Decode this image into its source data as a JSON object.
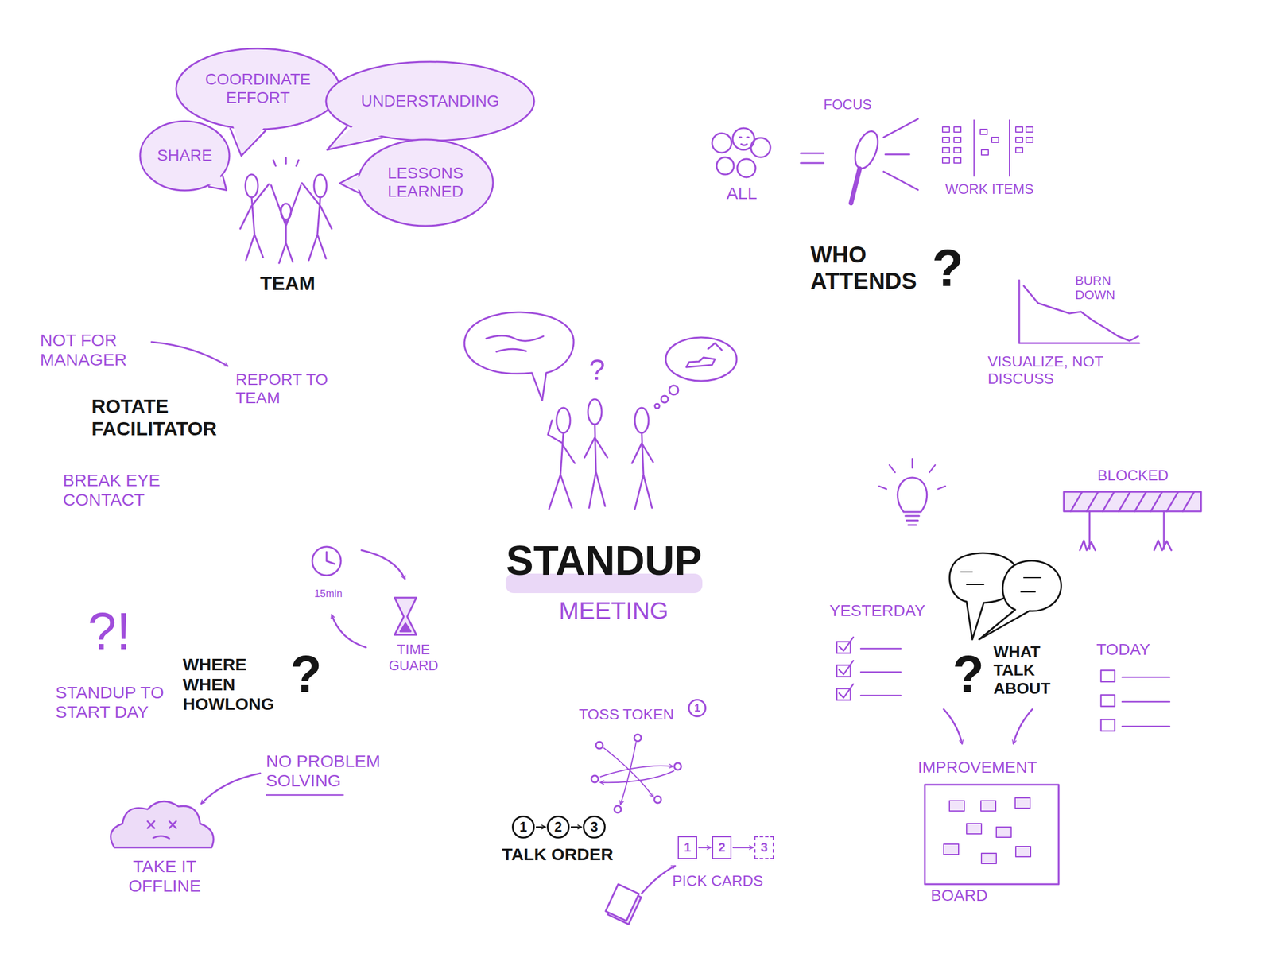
{
  "diagram": {
    "title": "STANDUP",
    "nodes": [
      {
        "text": [
          "SHARE"
        ]
      },
      {
        "text": [
          "COORDINATE EFFORT"
        ]
      },
      {
        "text": [
          "UNDERSTANDING"
        ]
      },
      {
        "text": [
          "LESSONS LEARNED"
        ]
      },
      {
        "text": [
          "1"
        ]
      },
      {
        "text": [
          "2"
        ]
      },
      {
        "text": [
          "3"
        ]
      },
      {
        "text": [
          "1"
        ]
      },
      {
        "text": [
          "2"
        ]
      },
      {
        "text": [
          "3"
        ]
      },
      {
        "text": [
          "1"
        ]
      }
    ],
    "edges": [
      {
        "from": 4,
        "to": 5,
        "arrow": "to"
      },
      {
        "from": 5,
        "to": 6,
        "arrow": "to"
      },
      {
        "from": 7,
        "to": 8,
        "arrow": "to"
      },
      {
        "from": 8,
        "to": 9,
        "arrow": "to"
      }
    ],
    "labels": [
      "TEAM",
      "FOCUS",
      "ALL",
      "WORK ITEMS",
      "WHO ATTENDS",
      "?",
      "BURN DOWN",
      "VISUALIZE, NOT DISCUSS",
      "NOT FOR MANAGER",
      "REPORT TO TEAM",
      "ROTATE FACILITATOR",
      "BREAK EYE CONTACT",
      "?",
      "MEETING",
      "15min",
      "TIME GUARD",
      "?!",
      "STANDUP TO START DAY",
      "WHERE WHEN HOWLONG",
      "?",
      "NO PROBLEM SOLVING",
      "TAKE IT OFFLINE",
      "TOSS TOKEN",
      "TALK ORDER",
      "PICK CARDS",
      "BLOCKED",
      "YESTERDAY",
      "?",
      "WHAT TALK ABOUT",
      "TODAY",
      "IMPROVEMENT",
      "BOARD"
    ]
  }
}
